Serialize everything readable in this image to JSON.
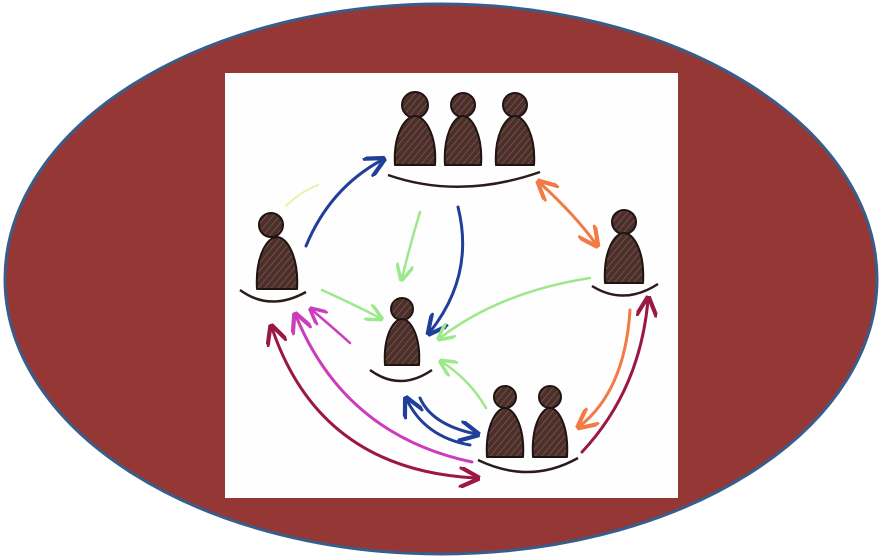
{
  "colors": {
    "ellipse_fill": "#953735",
    "ellipse_stroke": "#385d8a",
    "panel": "#fefefe",
    "person_fill": "#4a2f2a",
    "person_stroke": "#1e1412",
    "base_stroke": "#2a1d19",
    "arrow_dark_blue": "#1f3f99",
    "arrow_light_green": "#9ee88c",
    "arrow_orange": "#f27a45",
    "arrow_crimson": "#9b1746",
    "arrow_magenta": "#cc3dbb",
    "arrow_pale_yellow": "#eaf0a8"
  },
  "diagram": {
    "groups": [
      {
        "id": "top-group",
        "people": 3
      },
      {
        "id": "left-person",
        "people": 1
      },
      {
        "id": "right-person",
        "people": 1
      },
      {
        "id": "center-person",
        "people": 1
      },
      {
        "id": "bottom-right-pair",
        "people": 2
      }
    ],
    "connections": [
      {
        "from": "left-person",
        "to": "top-group",
        "color": "dark-blue"
      },
      {
        "from": "top-group",
        "to": "center-person",
        "color": "dark-blue"
      },
      {
        "from": "top-group",
        "to": "center-person",
        "color": "light-green"
      },
      {
        "from": "top-group",
        "to": "right-person",
        "color": "orange",
        "bidirectional": true
      },
      {
        "from": "right-person",
        "to": "center-person",
        "color": "light-green"
      },
      {
        "from": "right-person",
        "to": "bottom-right-pair",
        "color": "orange"
      },
      {
        "from": "bottom-right-pair",
        "to": "right-person",
        "color": "crimson"
      },
      {
        "from": "left-person",
        "to": "center-person",
        "color": "light-green"
      },
      {
        "from": "center-person",
        "to": "left-person",
        "color": "magenta"
      },
      {
        "from": "bottom-right-pair",
        "to": "center-person",
        "color": "light-green"
      },
      {
        "from": "center-person",
        "to": "bottom-right-pair",
        "color": "dark-blue",
        "bidirectional": true
      },
      {
        "from": "left-person",
        "to": "bottom-right-pair",
        "color": "crimson",
        "bidirectional": true
      },
      {
        "from": "bottom-right-pair",
        "to": "left-person",
        "color": "magenta"
      },
      {
        "from": "left-person",
        "to": "top-group",
        "color": "pale-yellow"
      }
    ]
  }
}
